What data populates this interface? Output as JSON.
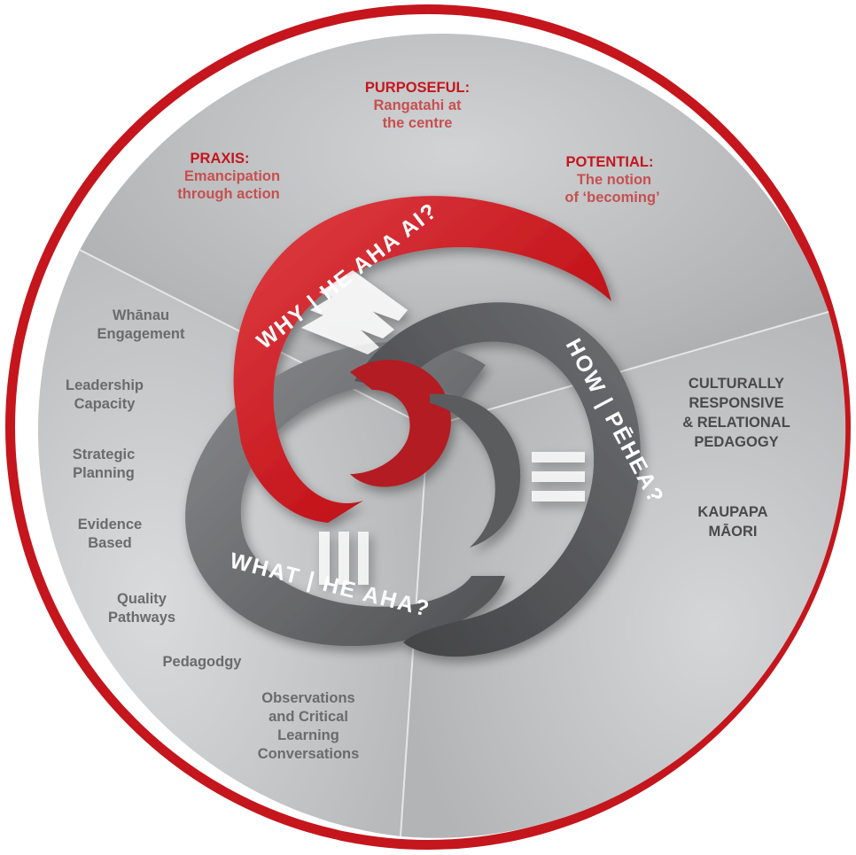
{
  "top_section": {
    "purposeful": {
      "heading": "PURPOSEFUL:",
      "line1": "Rangatahi at",
      "line2": "the centre"
    },
    "praxis": {
      "heading": "PRAXIS:",
      "line1": "Emancipation",
      "line2": "through action"
    },
    "potential": {
      "heading": "POTENTIAL:",
      "line1": "The notion",
      "line2": "of ‘becoming’"
    }
  },
  "left_section": {
    "items": [
      {
        "lines": [
          "Whānau",
          "Engagement"
        ]
      },
      {
        "lines": [
          "Leadership",
          "Capacity"
        ]
      },
      {
        "lines": [
          "Strategic",
          "Planning"
        ]
      },
      {
        "lines": [
          "Evidence",
          "Based"
        ]
      },
      {
        "lines": [
          "Quality",
          "Pathways"
        ]
      },
      {
        "lines": [
          "Pedagodgy"
        ]
      },
      {
        "lines": [
          "Observations",
          "and Critical",
          "Learning",
          "Conversations"
        ]
      }
    ]
  },
  "right_section": {
    "pedagogy": {
      "lines": [
        "CULTURALLY",
        "RESPONSIVE",
        "& RELATIONAL",
        "PEDAGOGY"
      ]
    },
    "kaupapa": {
      "lines": [
        "KAUPAPA",
        "MĀORI"
      ]
    }
  },
  "koru": {
    "why": "WHY | HE AHA AI?",
    "how": "HOW | PĒHEA?",
    "what": "WHAT | HE AHA?"
  },
  "colors": {
    "ring": "#c4161c",
    "segment_top": "#b9babc",
    "segment_left": "#c8c9cb",
    "segment_right": "#c3c4c6",
    "koru_red": "#c4161c",
    "koru_grey": "#6d6e71",
    "koru_dark": "#58595b"
  }
}
